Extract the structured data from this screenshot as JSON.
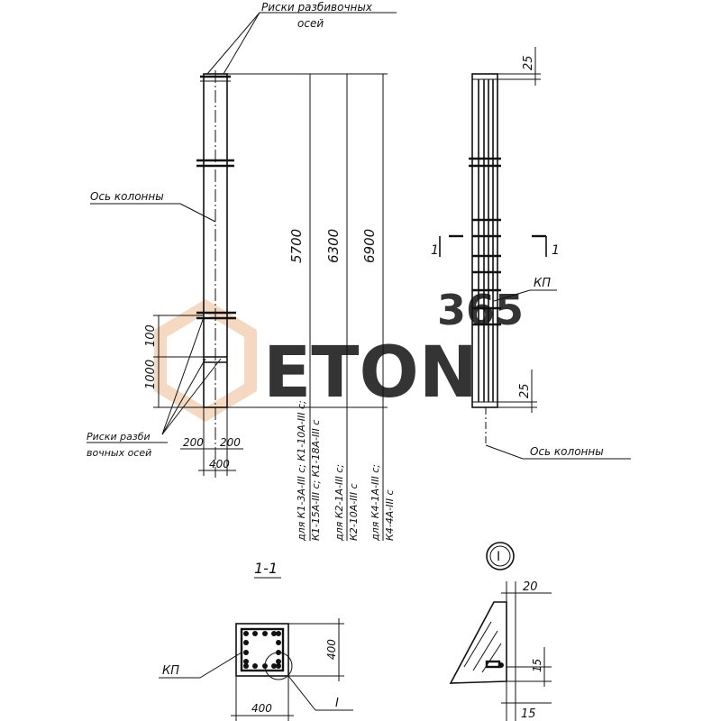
{
  "labels": {
    "marks_top_line1": "Риски разбивочных",
    "marks_top_line2": "осей",
    "column_axis_left": "Ось колонны",
    "marks_bottom_line1": "Риски разби",
    "marks_bottom_line2": "вочных осей",
    "column_axis_right": "Ось колонны",
    "kp_right": "КП",
    "kp_section": "КП",
    "section_title": "1-1",
    "section_mark_left": "1",
    "section_mark_right": "1",
    "detail_circle": "I",
    "detail_ref": "I"
  },
  "dimensions": {
    "h_5700": "5700",
    "h_6300": "6300",
    "h_6900": "6900",
    "d_100": "100",
    "d_1000": "1000",
    "d_200_left": "200",
    "d_200_right": "200",
    "d_400_bottom": "400",
    "d_25_top": "25",
    "d_25_bottom": "25",
    "sec_400_right": "400",
    "sec_400_bottom": "400",
    "det_20": "20",
    "det_15_a": "15",
    "det_15_b": "15"
  },
  "notes": {
    "note1_line1": "для К1-3А-III с; К1-10А-III с;",
    "note1_line2": "К1-15А-III с; К1-18А-III с",
    "note2_line1": "для К2-1А-III с;",
    "note2_line2": "К2-10А-III с",
    "note3_line1": "для К4-1А-III с;",
    "note3_line2": "К4-4А-III с"
  },
  "watermark": {
    "number": "365",
    "word": "ETON",
    "color_number": "#f1c7a6",
    "color_word": "#d7d7d7",
    "color_hex": "#f3d2b8"
  }
}
